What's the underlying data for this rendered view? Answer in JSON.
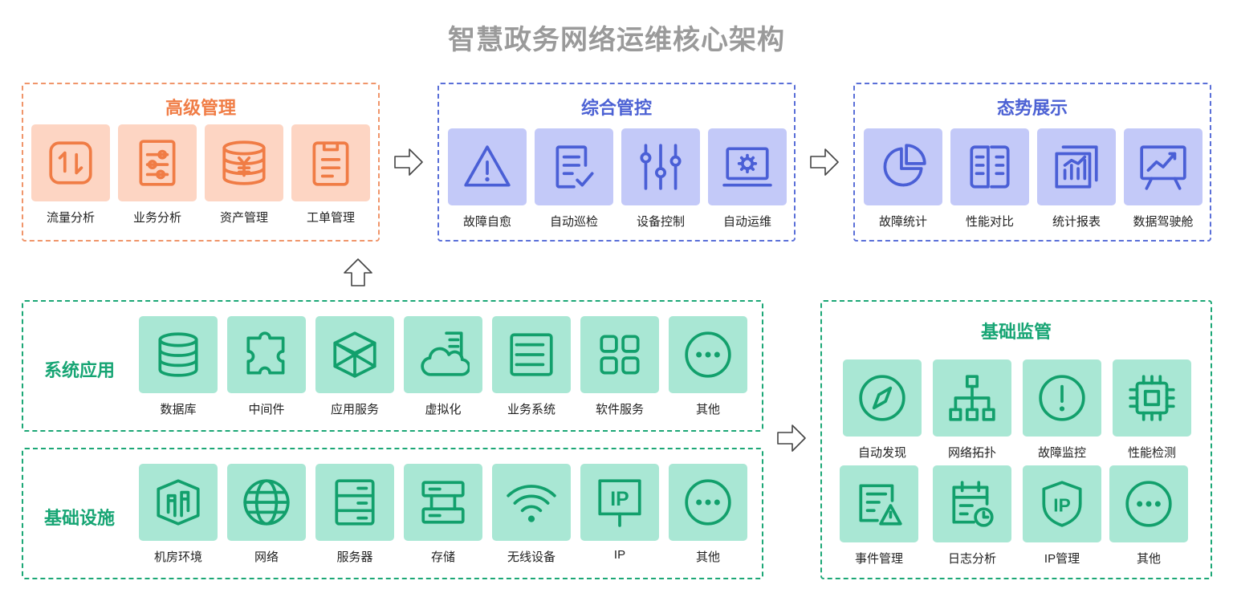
{
  "title": "智慧政务网络运维核心架构",
  "advanced": {
    "title": "高级管理",
    "items": [
      {
        "label": "流量分析",
        "icon": "traffic-icon"
      },
      {
        "label": "业务分析",
        "icon": "business-analysis-icon"
      },
      {
        "label": "资产管理",
        "icon": "assets-icon"
      },
      {
        "label": "工单管理",
        "icon": "work-order-icon"
      }
    ]
  },
  "integrated": {
    "title": "综合管控",
    "items": [
      {
        "label": "故障自愈",
        "icon": "warning-icon"
      },
      {
        "label": "自动巡检",
        "icon": "inspection-icon"
      },
      {
        "label": "设备控制",
        "icon": "sliders-icon"
      },
      {
        "label": "自动运维",
        "icon": "gear-screen-icon"
      }
    ]
  },
  "situation": {
    "title": "态势展示",
    "items": [
      {
        "label": "故障统计",
        "icon": "pie-chart-icon"
      },
      {
        "label": "性能对比",
        "icon": "compare-icon"
      },
      {
        "label": "统计报表",
        "icon": "bar-report-icon"
      },
      {
        "label": "数据驾驶舱",
        "icon": "dashboard-icon"
      }
    ]
  },
  "systems": {
    "title": "系统应用",
    "items": [
      {
        "label": "数据库",
        "icon": "database-icon"
      },
      {
        "label": "中间件",
        "icon": "puzzle-icon"
      },
      {
        "label": "应用服务",
        "icon": "cube-icon"
      },
      {
        "label": "虚拟化",
        "icon": "cloud-server-icon"
      },
      {
        "label": "业务系统",
        "icon": "system-icon"
      },
      {
        "label": "软件服务",
        "icon": "apps-grid-icon"
      },
      {
        "label": "其他",
        "icon": "more-icon"
      }
    ]
  },
  "infrastructure": {
    "title": "基础设施",
    "items": [
      {
        "label": "机房环境",
        "icon": "building-icon"
      },
      {
        "label": "网络",
        "icon": "globe-icon"
      },
      {
        "label": "服务器",
        "icon": "server-icon"
      },
      {
        "label": "存储",
        "icon": "storage-icon"
      },
      {
        "label": "无线设备",
        "icon": "wifi-icon"
      },
      {
        "label": "IP",
        "icon": "ip-sign-icon",
        "glyph": "IP"
      },
      {
        "label": "其他",
        "icon": "more-icon"
      }
    ]
  },
  "monitoring": {
    "title": "基础监管",
    "items": [
      {
        "label": "自动发现",
        "icon": "compass-icon"
      },
      {
        "label": "网络拓扑",
        "icon": "topology-icon"
      },
      {
        "label": "故障监控",
        "icon": "alert-circle-icon"
      },
      {
        "label": "性能检测",
        "icon": "chip-icon"
      },
      {
        "label": "事件管理",
        "icon": "event-icon"
      },
      {
        "label": "日志分析",
        "icon": "log-calendar-icon"
      },
      {
        "label": "IP管理",
        "icon": "ip-shield-icon",
        "glyph": "IP"
      },
      {
        "label": "其他",
        "icon": "more-icon"
      }
    ]
  },
  "colors": {
    "orange": "#f07d46",
    "blue": "#4d62d4",
    "green": "#17a574",
    "title_gray": "#9a9a9a"
  }
}
